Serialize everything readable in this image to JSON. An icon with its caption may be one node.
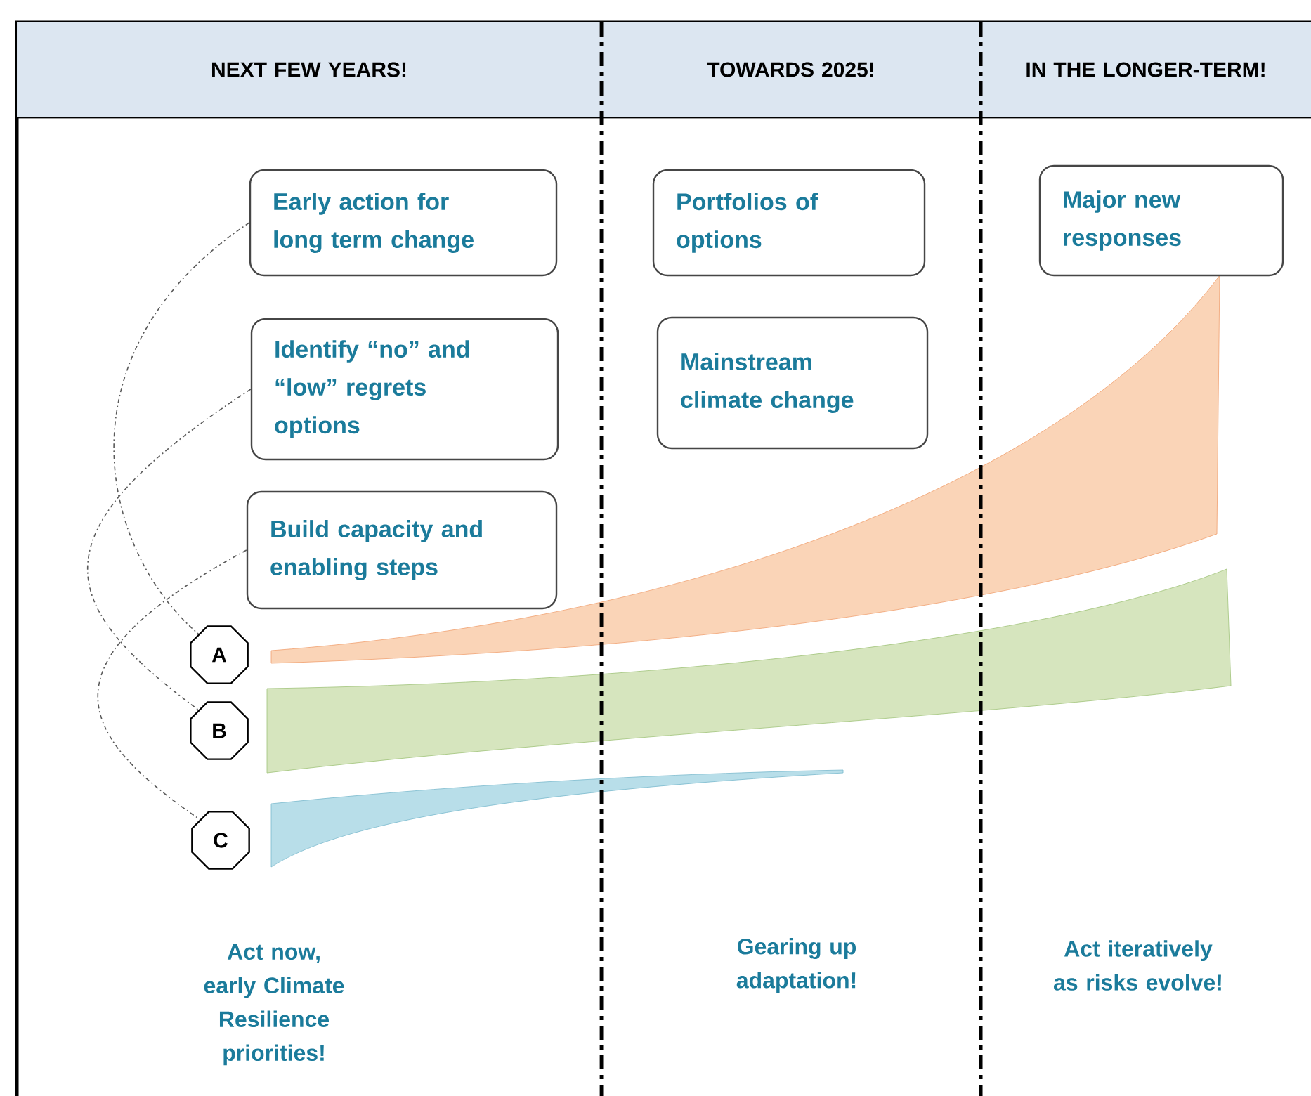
{
  "diagram": {
    "nodes": [
      {
        "text": [
          "NEXT FEW YEARS!"
        ]
      },
      {
        "text": [
          "TOWARDS 2025!"
        ]
      },
      {
        "text": [
          "IN THE LONGER-TERM!"
        ]
      },
      {
        "text": [
          "Early action for long term change"
        ]
      },
      {
        "text": [
          "Identify “no” and “low” regrets options"
        ]
      },
      {
        "text": [
          "Build capacity and enabling steps"
        ]
      },
      {
        "text": [
          "Portfolios of options"
        ]
      },
      {
        "text": [
          "Mainstream climate change"
        ]
      },
      {
        "text": [
          "Major new responses"
        ]
      },
      {
        "text": [
          "A"
        ]
      },
      {
        "text": [
          "B"
        ]
      },
      {
        "text": [
          "C"
        ]
      }
    ],
    "edges": [
      {
        "from": 3,
        "to": 9,
        "arrow": "none"
      },
      {
        "from": 4,
        "to": 10,
        "arrow": "none"
      },
      {
        "from": 5,
        "to": 11,
        "arrow": "none"
      }
    ],
    "labels": [
      "Act now, early Climate Resilience priorities!",
      "Gearing up adaptation!",
      "Act iteratively as risks evolve!"
    ]
  }
}
